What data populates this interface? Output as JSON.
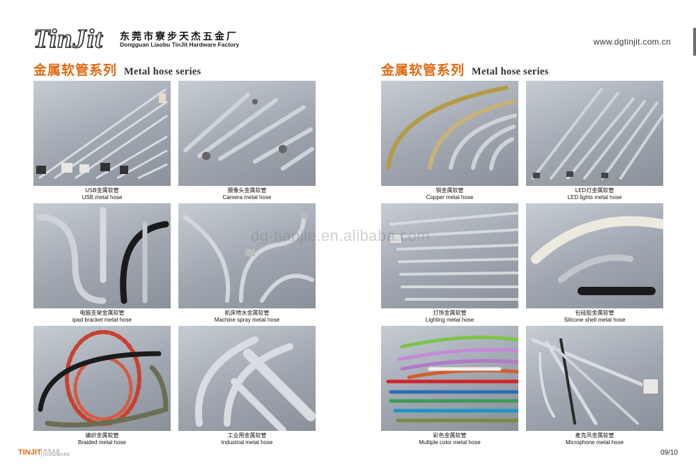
{
  "header": {
    "logo_text": "TinJit",
    "company_cn": "东莞市寮步天杰五金厂",
    "company_en": "Dongguan Liaobu TinJit Hardware Factory",
    "website": "www.dgtinjit.com.cn"
  },
  "sections": [
    {
      "title_cn": "金属软管系列",
      "title_en": "Metal hose series"
    },
    {
      "title_cn": "金属软管系列",
      "title_en": "Metal hose series"
    }
  ],
  "watermark": "dg-tianjie.en.alibaba.com",
  "products": [
    {
      "cn": "USB金属软管",
      "en": "USB metal hose",
      "photo": "usb-hose-photo"
    },
    {
      "cn": "摄像头金属软管",
      "en": "Camera metal hose",
      "photo": "camera-hose-photo"
    },
    {
      "cn": "铜金属软管",
      "en": "Copper metal hose",
      "photo": "copper-hose-photo"
    },
    {
      "cn": "LED灯金属软管",
      "en": "LED lights metal hose",
      "photo": "led-hose-photo"
    },
    {
      "cn": "电脑支架金属软管",
      "en": "ipad bracket metal hose",
      "photo": "ipad-hose-photo"
    },
    {
      "cn": "机床喷水金属软管",
      "en": "Machine spray metal hose",
      "photo": "spray-hose-photo"
    },
    {
      "cn": "灯饰金属软管",
      "en": "Lighting metal hose",
      "photo": "lighting-hose-photo"
    },
    {
      "cn": "包硅胶金属软管",
      "en": "Silicone shell metal hose",
      "photo": "silicone-hose-photo"
    },
    {
      "cn": "编织金属软管",
      "en": "Braided metal hose",
      "photo": "braided-hose-photo"
    },
    {
      "cn": "工业用金属软管",
      "en": "Industrial metal hose",
      "photo": "industrial-hose-photo"
    },
    {
      "cn": "彩色金属软管",
      "en": "Multiple color metal hose",
      "photo": "color-hose-photo"
    },
    {
      "cn": "麦克风金属软管",
      "en": "Microphone metal hose",
      "photo": "microphone-hose-photo"
    }
  ],
  "footer": {
    "brand": "TINJIT",
    "brand_cn": "天杰五金",
    "brand_en": "HARDWARE",
    "page": "09/10"
  },
  "colors": {
    "accent": "#e06a12",
    "photo_bg": "#9fa6af"
  }
}
